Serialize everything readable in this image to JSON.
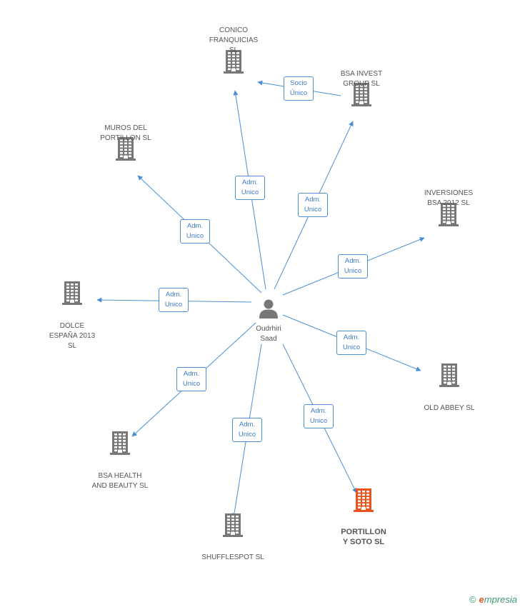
{
  "center": {
    "name": "Oudrhiri\nSaad",
    "icon": "person-icon"
  },
  "colors": {
    "edge": "#4a8fd4",
    "building": "#777777",
    "highlight": "#e8541e"
  },
  "nodes": [
    {
      "id": "conico",
      "label": "CONICO\nFRANQUICIAS\nSL",
      "highlight": false
    },
    {
      "id": "bsa_invest",
      "label": "BSA INVEST\nGROUP  SL",
      "highlight": false
    },
    {
      "id": "muros",
      "label": "MUROS DEL\nPORTILLON SL",
      "highlight": false
    },
    {
      "id": "inversiones",
      "label": "INVERSIONES\nBSA 2012  SL",
      "highlight": false
    },
    {
      "id": "dolce",
      "label": "DOLCE\nESPAÑA 2013\nSL",
      "highlight": false
    },
    {
      "id": "old_abbey",
      "label": "OLD ABBEY SL",
      "highlight": false
    },
    {
      "id": "bsa_health",
      "label": "BSA HEALTH\nAND BEAUTY SL",
      "highlight": false
    },
    {
      "id": "shufflespot",
      "label": "SHUFFLESPOT SL",
      "highlight": false
    },
    {
      "id": "portillon",
      "label": "PORTILLON\nY SOTO SL",
      "highlight": true
    }
  ],
  "edges": [
    {
      "id": "e_conico",
      "label": "Adm.\nUnico"
    },
    {
      "id": "e_bsa_invest",
      "label": "Adm.\nUnico"
    },
    {
      "id": "e_muros",
      "label": "Adm.\nUnico"
    },
    {
      "id": "e_inversiones",
      "label": "Adm.\nUnico"
    },
    {
      "id": "e_dolce",
      "label": "Adm.\nUnico"
    },
    {
      "id": "e_old_abbey",
      "label": "Adm.\nUnico"
    },
    {
      "id": "e_bsa_health",
      "label": "Adm.\nUnico"
    },
    {
      "id": "e_shufflespot",
      "label": "Adm.\nUnico"
    },
    {
      "id": "e_portillon",
      "label": "Adm.\nUnico"
    },
    {
      "id": "e_socio",
      "label": "Socio\nÚnico"
    }
  ],
  "footer": {
    "copyright": "©",
    "brand_e": "e",
    "brand_rest": "mpresia"
  }
}
